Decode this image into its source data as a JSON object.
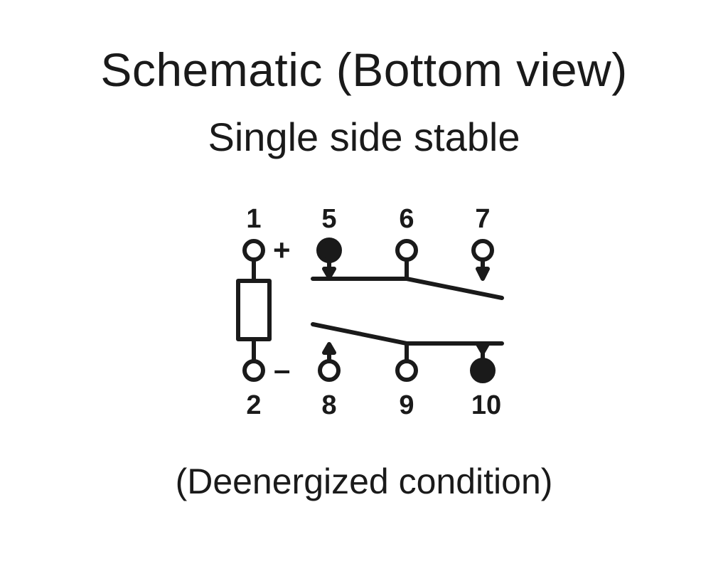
{
  "title": "Schematic (Bottom view)",
  "subtitle": "Single side stable",
  "caption": "(Deenergized condition)",
  "pins": {
    "p1": "1",
    "p2": "2",
    "p5": "5",
    "p6": "6",
    "p7": "7",
    "p8": "8",
    "p9": "9",
    "p10": "10"
  },
  "coil": {
    "plus": "+",
    "minus": "–"
  },
  "colors": {
    "ink": "#1a1a1a",
    "background": "#ffffff"
  }
}
